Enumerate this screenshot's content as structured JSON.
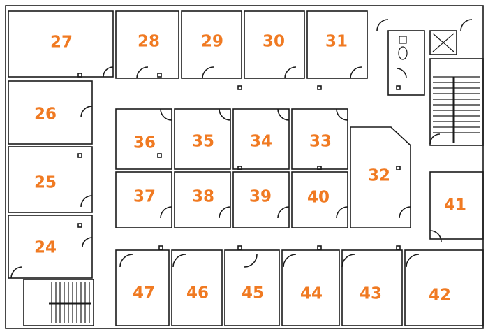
{
  "floor_plan": {
    "label_color": "#f07a22",
    "wall_color": "#1a1a1a",
    "background_color": "#ffffff",
    "rooms": [
      {
        "number": "27"
      },
      {
        "number": "28"
      },
      {
        "number": "29"
      },
      {
        "number": "30"
      },
      {
        "number": "31"
      },
      {
        "number": "26"
      },
      {
        "number": "25"
      },
      {
        "number": "24"
      },
      {
        "number": "36"
      },
      {
        "number": "35"
      },
      {
        "number": "34"
      },
      {
        "number": "33"
      },
      {
        "number": "37"
      },
      {
        "number": "38"
      },
      {
        "number": "39"
      },
      {
        "number": "40"
      },
      {
        "number": "32"
      },
      {
        "number": "41"
      },
      {
        "number": "47"
      },
      {
        "number": "46"
      },
      {
        "number": "45"
      },
      {
        "number": "44"
      },
      {
        "number": "43"
      },
      {
        "number": "42"
      }
    ],
    "icons": [
      "stairs-icon",
      "stairs-icon",
      "toilet-icon",
      "shower-icon"
    ]
  }
}
